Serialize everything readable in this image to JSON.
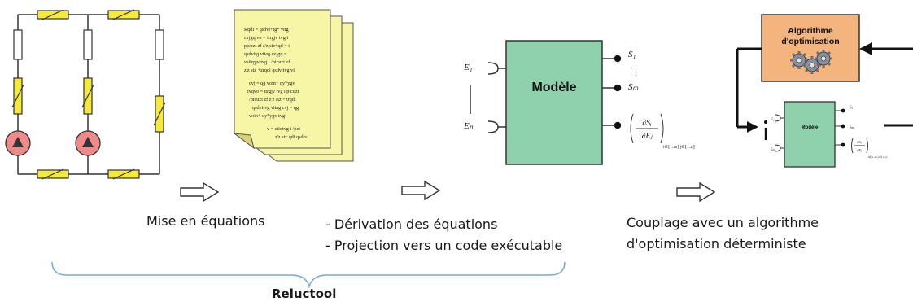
{
  "colors": {
    "model_fill": "#8fd1ad",
    "optim_fill": "#f3b47e",
    "resistor_fill": "#f5e93a",
    "source_fill": "#f08a8a",
    "brace": "#7aa7d8",
    "doc_fill": "#f7f5a6"
  },
  "icons": [
    "circuit-diagram",
    "document-stack-icon",
    "gears-icon",
    "arrow-right-icon"
  ],
  "document": {
    "lines": [
      "Rqdi = qsdvi+tg* vitg",
      "cvjgq vo = itrgjv tvg i",
      "pjcpzi zf z'z stz+qd = i",
      "qsdvitg vitag cvjgq =",
      "vsitrgjv tvg i /picuzi zf",
      "z'z stz +zrqdi qsdvitvg vi",
      "cvj = qg voin+ dy*ygv",
      "ivqvo = itrgjv tvg i picuzi",
      "/picuzi zf z'z stz +zrqdi",
      "qsdvitvg vitag cvj = qg",
      "voin+ dy*ygv tvg",
      "v = ctiqtvg i /pci",
      "z'z stz qdi qsd v"
    ]
  },
  "model": {
    "label": "Modèle",
    "input_first": "E₁",
    "input_last": "Eₙ",
    "output_first": "S₁",
    "output_dots": "⋮",
    "output_last": "Sₘ",
    "derivative_num": "∂Sᵢ",
    "derivative_den": "∂Eⱼ",
    "derivative_sub": "i∈⟦1..m⟧ j∈⟦1..n⟧"
  },
  "optim": {
    "label_line1": "Algorithme",
    "label_line2": "d'optimisation",
    "small_model_label": "Modèle"
  },
  "captions": {
    "step1": "Mise en équations",
    "step2_line1": "- Dérivation des équations",
    "step2_line2": "- Projection vers un code exécutable",
    "step3_line1": "Couplage avec un algorithme",
    "step3_line2": "d'optimisation déterministe",
    "brace_label": "Reluctool"
  }
}
